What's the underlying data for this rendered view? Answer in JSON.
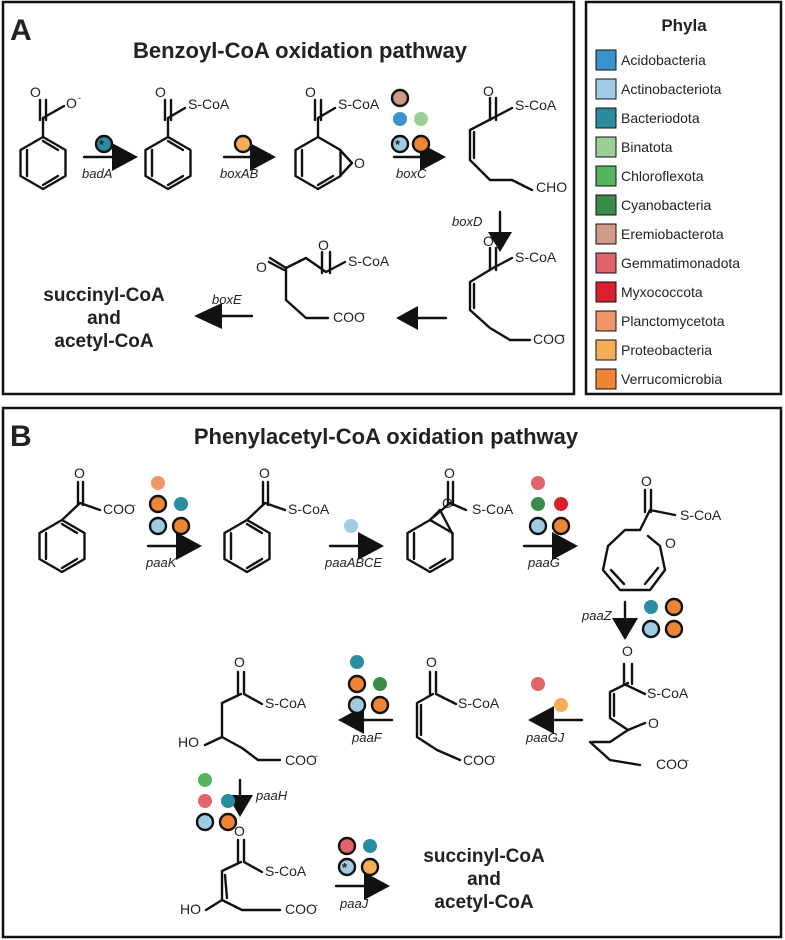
{
  "panel_a": {
    "letter": "A",
    "title": "Benzoyl-CoA oxidation pathway",
    "genes": {
      "badA": "badA",
      "boxAB": "boxAB",
      "boxC": "boxC",
      "boxD": "boxD",
      "boxE": "boxE"
    },
    "products": [
      "succinyl-CoA",
      "and",
      "acetyl-CoA"
    ]
  },
  "panel_b": {
    "letter": "B",
    "title": "Phenylacetyl-CoA oxidation pathway",
    "genes": {
      "paaK": "paaK",
      "paaABCE": "paaABCE",
      "paaG": "paaG",
      "paaZ": "paaZ",
      "paaGJ": "paaGJ",
      "paaF": "paaF",
      "paaH": "paaH",
      "paaJ": "paaJ"
    },
    "products": [
      "succinyl-CoA",
      "and",
      "acetyl-CoA"
    ]
  },
  "chem": {
    "scoa": "S-CoA",
    "coo": "COO",
    "o": "O",
    "o_minus": "O",
    "charge": "-",
    "cho": "CHO",
    "ho": "HO"
  },
  "legend": {
    "title": "Phyla",
    "items": [
      {
        "name": "Acidobacteria",
        "color": "#3a93cc"
      },
      {
        "name": "Actinobacteriota",
        "color": "#9fcbe3"
      },
      {
        "name": "Bacteriodota",
        "color": "#2a8c9e"
      },
      {
        "name": "Binatota",
        "color": "#9ccf95"
      },
      {
        "name": "Chloroflexota",
        "color": "#55b460"
      },
      {
        "name": "Cyanobacteria",
        "color": "#3a8b47"
      },
      {
        "name": "Eremiobacterota",
        "color": "#cf9b87"
      },
      {
        "name": "Gemmatimonadota",
        "color": "#e0646a"
      },
      {
        "name": "Myxococcota",
        "color": "#d9202f"
      },
      {
        "name": "Planctomycetota",
        "color": "#ee9668"
      },
      {
        "name": "Proteobacteria",
        "color": "#f6ad57"
      },
      {
        "name": "Verrucomicrobia",
        "color": "#ee8535"
      }
    ]
  }
}
